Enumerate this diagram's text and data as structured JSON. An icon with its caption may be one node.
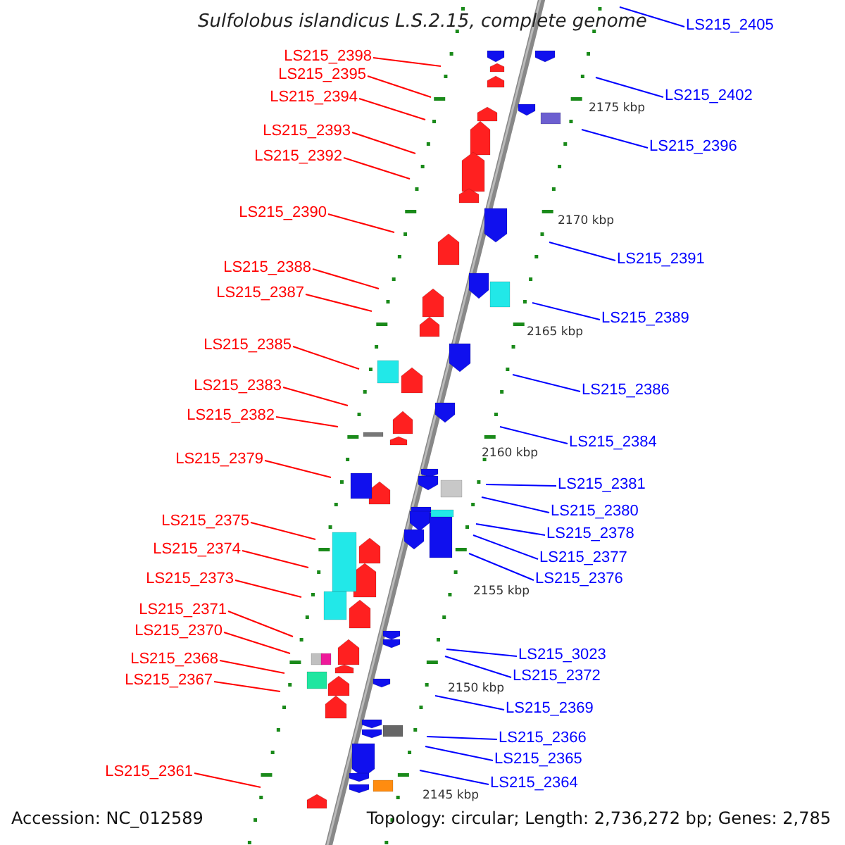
{
  "diagram": {
    "title": "Sulfolobus islandicus L.S.2.15, complete genome",
    "nodes": [
      {
        "text": [
          "LS215_2398"
        ]
      },
      {
        "text": [
          "LS215_2395"
        ]
      },
      {
        "text": [
          "LS215_2394"
        ]
      },
      {
        "text": [
          "LS215_2393"
        ]
      },
      {
        "text": [
          "LS215_2392"
        ]
      },
      {
        "text": [
          "LS215_2390"
        ]
      },
      {
        "text": [
          "LS215_2388"
        ]
      },
      {
        "text": [
          "LS215_2387"
        ]
      },
      {
        "text": [
          "LS215_2385"
        ]
      },
      {
        "text": [
          "LS215_2383"
        ]
      },
      {
        "text": [
          "LS215_2382"
        ]
      },
      {
        "text": [
          "LS215_2379"
        ]
      },
      {
        "text": [
          "LS215_2375"
        ]
      },
      {
        "text": [
          "LS215_2374"
        ]
      },
      {
        "text": [
          "LS215_2373"
        ]
      },
      {
        "text": [
          "LS215_2371"
        ]
      },
      {
        "text": [
          "LS215_2370"
        ]
      },
      {
        "text": [
          "LS215_2368"
        ]
      },
      {
        "text": [
          "LS215_2367"
        ]
      },
      {
        "text": [
          "LS215_2361"
        ]
      },
      {
        "text": [
          "LS215_2405"
        ]
      },
      {
        "text": [
          "LS215_2402"
        ]
      },
      {
        "text": [
          "LS215_2396"
        ]
      },
      {
        "text": [
          "LS215_2391"
        ]
      },
      {
        "text": [
          "LS215_2389"
        ]
      },
      {
        "text": [
          "LS215_2386"
        ]
      },
      {
        "text": [
          "LS215_2384"
        ]
      },
      {
        "text": [
          "LS215_2381"
        ]
      },
      {
        "text": [
          "LS215_2380"
        ]
      },
      {
        "text": [
          "LS215_2378"
        ]
      },
      {
        "text": [
          "LS215_2377"
        ]
      },
      {
        "text": [
          "LS215_2376"
        ]
      },
      {
        "text": [
          "LS215_3023"
        ]
      },
      {
        "text": [
          "LS215_2372"
        ]
      },
      {
        "text": [
          "LS215_2369"
        ]
      },
      {
        "text": [
          "LS215_2366"
        ]
      },
      {
        "text": [
          "LS215_2365"
        ]
      },
      {
        "text": [
          "LS215_2364"
        ]
      }
    ],
    "edges": [
      {
        "from": 0,
        "to": null,
        "arrow": "none"
      },
      {
        "from": 1,
        "to": null,
        "arrow": "none"
      },
      {
        "from": 2,
        "to": null,
        "arrow": "none"
      },
      {
        "from": 3,
        "to": null,
        "arrow": "none"
      },
      {
        "from": 4,
        "to": null,
        "arrow": "none"
      },
      {
        "from": 5,
        "to": null,
        "arrow": "none"
      },
      {
        "from": 6,
        "to": null,
        "arrow": "none"
      },
      {
        "from": 7,
        "to": null,
        "arrow": "none"
      },
      {
        "from": 8,
        "to": null,
        "arrow": "none"
      },
      {
        "from": 9,
        "to": null,
        "arrow": "none"
      },
      {
        "from": 10,
        "to": null,
        "arrow": "none"
      },
      {
        "from": 11,
        "to": null,
        "arrow": "none"
      },
      {
        "from": 12,
        "to": null,
        "arrow": "none"
      },
      {
        "from": 13,
        "to": null,
        "arrow": "none"
      },
      {
        "from": 14,
        "to": null,
        "arrow": "none"
      },
      {
        "from": 15,
        "to": null,
        "arrow": "none"
      },
      {
        "from": 16,
        "to": null,
        "arrow": "none"
      },
      {
        "from": 17,
        "to": null,
        "arrow": "none"
      },
      {
        "from": 18,
        "to": null,
        "arrow": "none"
      },
      {
        "from": 19,
        "to": null,
        "arrow": "none"
      },
      {
        "from": 20,
        "to": null,
        "arrow": "none",
        "color": "#0000ff"
      },
      {
        "from": 21,
        "to": null,
        "arrow": "none",
        "color": "#0000ff"
      },
      {
        "from": 22,
        "to": null,
        "arrow": "none",
        "color": "#0000ff"
      },
      {
        "from": 23,
        "to": null,
        "arrow": "none",
        "color": "#0000ff"
      },
      {
        "from": 24,
        "to": null,
        "arrow": "none",
        "color": "#0000ff"
      },
      {
        "from": 25,
        "to": null,
        "arrow": "none",
        "color": "#0000ff"
      },
      {
        "from": 26,
        "to": null,
        "arrow": "none",
        "color": "#0000ff"
      },
      {
        "from": 27,
        "to": null,
        "arrow": "none",
        "color": "#0000ff"
      },
      {
        "from": 28,
        "to": null,
        "arrow": "none",
        "color": "#0000ff"
      },
      {
        "from": 29,
        "to": null,
        "arrow": "none",
        "color": "#0000ff"
      },
      {
        "from": 30,
        "to": null,
        "arrow": "none",
        "color": "#0000ff"
      },
      {
        "from": 31,
        "to": null,
        "arrow": "none",
        "color": "#0000ff"
      },
      {
        "from": 32,
        "to": null,
        "arrow": "none",
        "color": "#0000ff"
      },
      {
        "from": 33,
        "to": null,
        "arrow": "none",
        "color": "#0000ff"
      },
      {
        "from": 34,
        "to": null,
        "arrow": "none",
        "color": "#0000ff"
      },
      {
        "from": 35,
        "to": null,
        "arrow": "none",
        "color": "#0000ff"
      },
      {
        "from": 36,
        "to": null,
        "arrow": "none",
        "color": "#0000ff"
      },
      {
        "from": 37,
        "to": null,
        "arrow": "none",
        "color": "#0000ff"
      }
    ],
    "labels": [
      "2175 kbp",
      "2170 kbp",
      "2165 kbp",
      "2160 kbp",
      "2155 kbp",
      "2150 kbp",
      "2145 kbp",
      "Accession: NC_012589",
      "Topology: circular; Length: 2,736,272 bp; Genes: 2,785"
    ]
  }
}
